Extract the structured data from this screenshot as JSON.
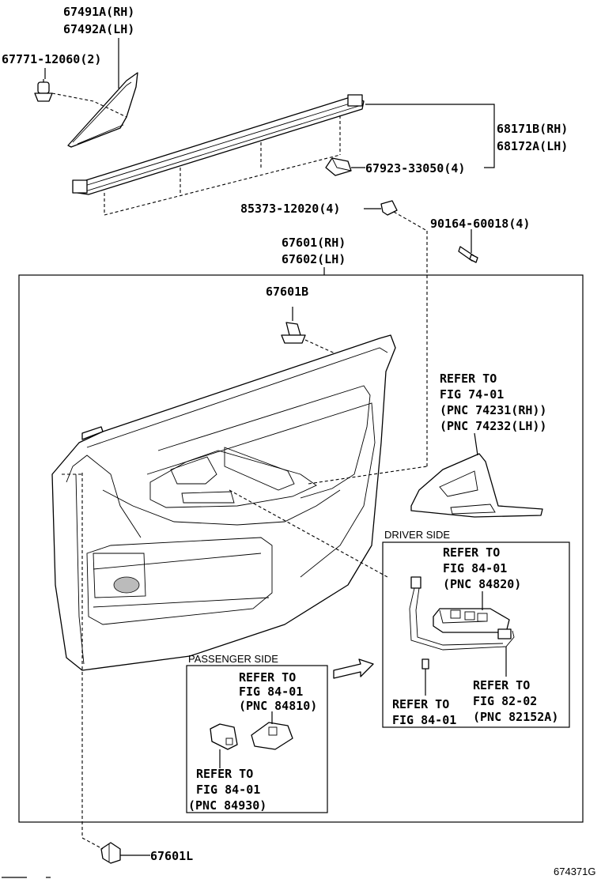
{
  "labels": {
    "l67491": "67491A(RH)",
    "l67492": "67492A(LH)",
    "l67771": "67771-12060(2)",
    "l68171": "68171B(RH)",
    "l68172": "68172A(LH)",
    "l67923": "67923-33050(4)",
    "l85373": "85373-12020(4)",
    "l90164": "90164-60018(4)",
    "l67601rh": "67601(RH)",
    "l67602lh": "67602(LH)",
    "l67601b": "67601B",
    "l67601l": "67601L"
  },
  "refs": {
    "r74_1": "REFER TO",
    "r74_2": "FIG 74-01",
    "r74_3": "(PNC 74231(RH))",
    "r74_4": "(PNC 74232(LH))",
    "r84820_1": "REFER TO",
    "r84820_2": "FIG 84-01",
    "r84820_3": "(PNC 84820)",
    "r84810_1": "REFER TO",
    "r84810_2": "FIG 84-01",
    "r84810_3": "(PNC 84810)",
    "r84930_1": "REFER TO",
    "r84930_2": "FIG 84-01",
    "r84930_3": "(PNC 84930)",
    "r82_1": "REFER TO",
    "r82_2": "FIG 82-02",
    "r82_3": "(PNC 82152A)",
    "r84b_1": "REFER TO",
    "r84b_2": "FIG 84-01"
  },
  "captions": {
    "driver": "DRIVER SIDE",
    "passenger": "PASSENGER SIDE"
  },
  "figure_id": "674371G"
}
